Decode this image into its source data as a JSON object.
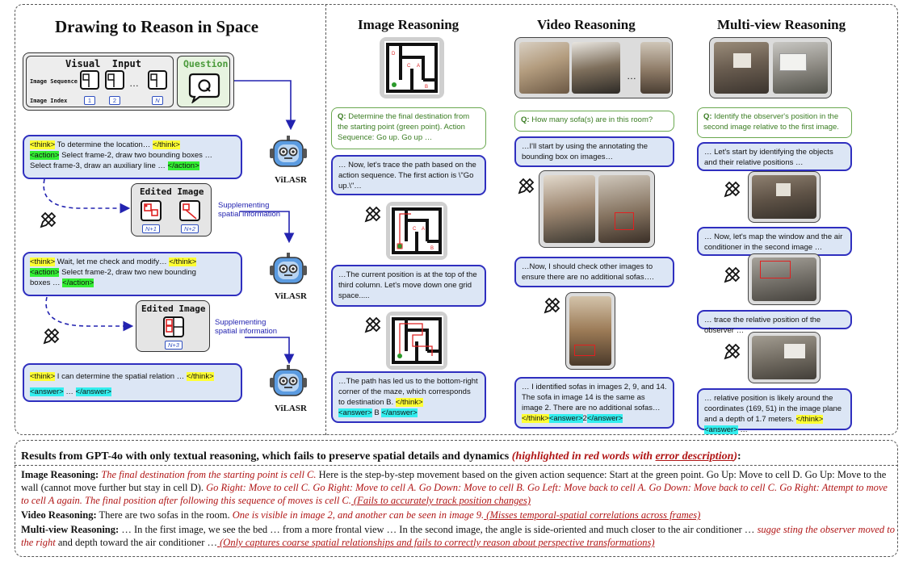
{
  "left": {
    "title": "Drawing to Reason in Space",
    "visual_input": "Visual  Input",
    "image_sequence": "Image Sequence",
    "image_index": "Image Index",
    "idx1": "1",
    "idx2": "2",
    "idxN": "N",
    "ellipsis": "…",
    "question": "Question",
    "agent_name": "ViLASR",
    "step1_think_open": "<think>",
    "step1_think_text": " To determine the location… ",
    "step1_think_close": "</think>",
    "step1_action_open": "<action>",
    "step1_action_text": " Select frame-2, draw two bounding boxes …",
    "step1_line3": "Select frame-3, draw an auxiliary line … ",
    "step1_action_close": "</action>",
    "edited_image": "Edited Image",
    "edited1_idx_a": "N+1",
    "edited1_idx_b": "N+2",
    "supplement_line1": "Supplementing",
    "supplement_line2": "spatial information",
    "step2_think_open": "<think>",
    "step2_think_text": " Wait, let me check and modify… ",
    "step2_think_close": "</think>",
    "step2_action_open": "<action>",
    "step2_action_text": " Select frame-2, draw two new bounding",
    "step2_line3": "boxes … ",
    "step2_action_close": "</action>",
    "edited2_idx": "N+3",
    "step3_think_open": "<think>",
    "step3_think_text": " I can determine the spatial relation … ",
    "step3_think_close": "</think>",
    "step3_answer_open": "<answer>",
    "step3_answer_text": " … ",
    "step3_answer_close": "</answer>"
  },
  "image_reasoning": {
    "title": "Image Reasoning",
    "q_label": "Q:",
    "question": " Determine the final destination from the starting point (green point). Action Sequence: Go up. Go up …",
    "b1": "… Now, let's trace the path based on the action sequence. The first action is \\\"Go up.\\\"…",
    "b2": "…The current position is at the top of the third column. Let's move down one grid space.....",
    "b3": "…The path has led us to the bottom-right corner of the maze, which corresponds to destination B. ",
    "b3_think_close": "</think>",
    "b3_answer_open": "<answer>",
    "b3_answer_text": " B ",
    "b3_answer_close": "</answer>",
    "maze_labels": [
      "D",
      "C",
      "A",
      "B"
    ]
  },
  "video_reasoning": {
    "title": "Video Reasoning",
    "q_label": "Q:",
    "question": " How many sofa(s) are in this room?",
    "ellipsis": "…",
    "b1": "…I'll start by using the annotating the bounding box on images…",
    "b2": "…Now, I should check other images to ensure there are no additional sofas….",
    "b3": "… I identified sofas in images 2, 9, and 14. The sofa in image 14 is the same as image 2. There are no additional sofas… ",
    "b3_think_close": "</think>",
    "b3_answer_open": "<answer>",
    "b3_answer_text": "2",
    "b3_answer_close": "</answer>"
  },
  "multiview_reasoning": {
    "title": "Multi-view Reasoning",
    "q_label": "Q:",
    "question": " Identify the observer's position in the second image relative to the first image.",
    "b1": "… Let's start by identifying the objects and their relative positions …",
    "b2": "… Now, let's map the window and the air conditioner in the second image …",
    "b3": "… trace the relative position of the observer …",
    "b4": "… relative position is likely around the coordinates (169, 51) in the image plane and a depth of 1.7 meters. ",
    "b4_think_close": "</think>",
    "b4_answer_open": "<answer>",
    "b4_answer_text": " …"
  },
  "results": {
    "heading_plain": "Results from GPT-4o with only textual reasoning, which fails to preserve spatial details and dynamics ",
    "heading_red_a": "(highlighted in red words with ",
    "heading_red_u": "error description",
    "heading_red_b": ")",
    "heading_colon": ":",
    "img_label": "Image Reasoning:",
    "img_red1": " The final destination from the starting point is cell C.",
    "img_plain1": " Here is the step-by-step movement based on the given action sequence: Start at the green point. Go Up: Move to cell D. Go Up: Move to the wall (cannot move further but stay in cell D).",
    "img_red2": " Go Right: Move to cell C. Go Right: Move to cell A. Go Down: Move to cell B. Go Left: Move back to cell A. Go Down: Move back to cell C. Go Right: Attempt to move to cell A again. The final position after following this sequence of moves is cell C.",
    "img_redu": " (Fails to accurately track position changes)",
    "vid_label": "Video Reasoning:",
    "vid_plain": " There are two sofas in the room.",
    "vid_red": " One is visible in image 2, and another can be seen in image 9.",
    "vid_redu": " (Misses temporal-spatial correlations across frames)",
    "mv_label": "Multi-view Reasoning:",
    "mv_plain1": " … In the first image, we see the bed … from a more frontal view … In the second image, the angle is side-oriented and much closer to the air conditioner …",
    "mv_red1": " sugge sting the observer moved to the right",
    "mv_plain2": " and depth toward the air conditioner …",
    "mv_redu": " (Only captures coarse spatial relationships and fails to correctly reason about perspective transformations)"
  },
  "colors": {
    "bubble_fill": "#dce6f5",
    "bubble_border": "#2f2fbf",
    "question_green": "#6aa84f",
    "highlight_yellow": "#ffff33",
    "highlight_green": "#33ee33",
    "highlight_cyan": "#33eeee",
    "error_red": "#b01515",
    "robot_blue": "#4a8fd6"
  }
}
